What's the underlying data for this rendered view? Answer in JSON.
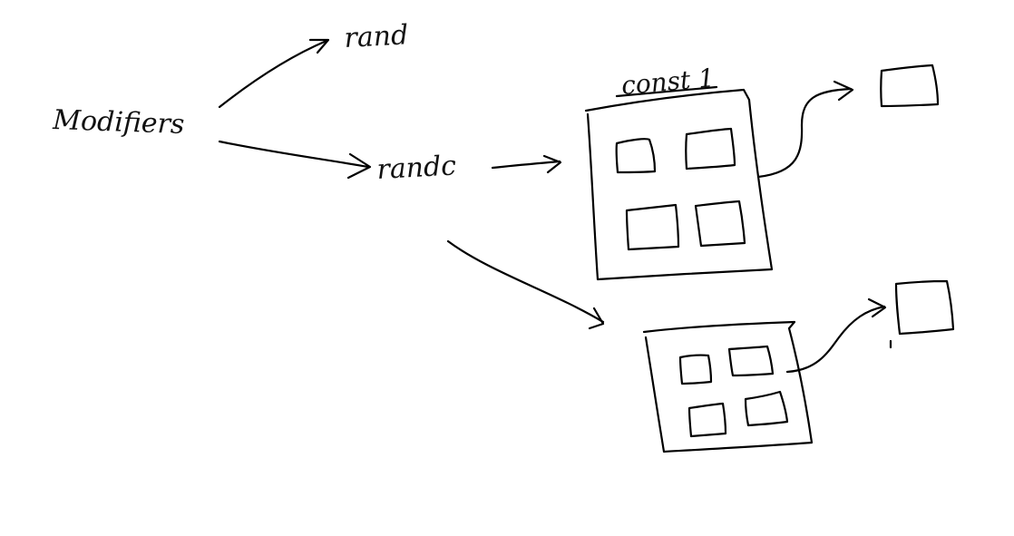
{
  "labels": {
    "modifiers": "Modifiers",
    "rand": "rand",
    "randc": "randc",
    "const": "const 1"
  },
  "colors": {
    "ink": "#000000",
    "background": "#ffffff"
  }
}
